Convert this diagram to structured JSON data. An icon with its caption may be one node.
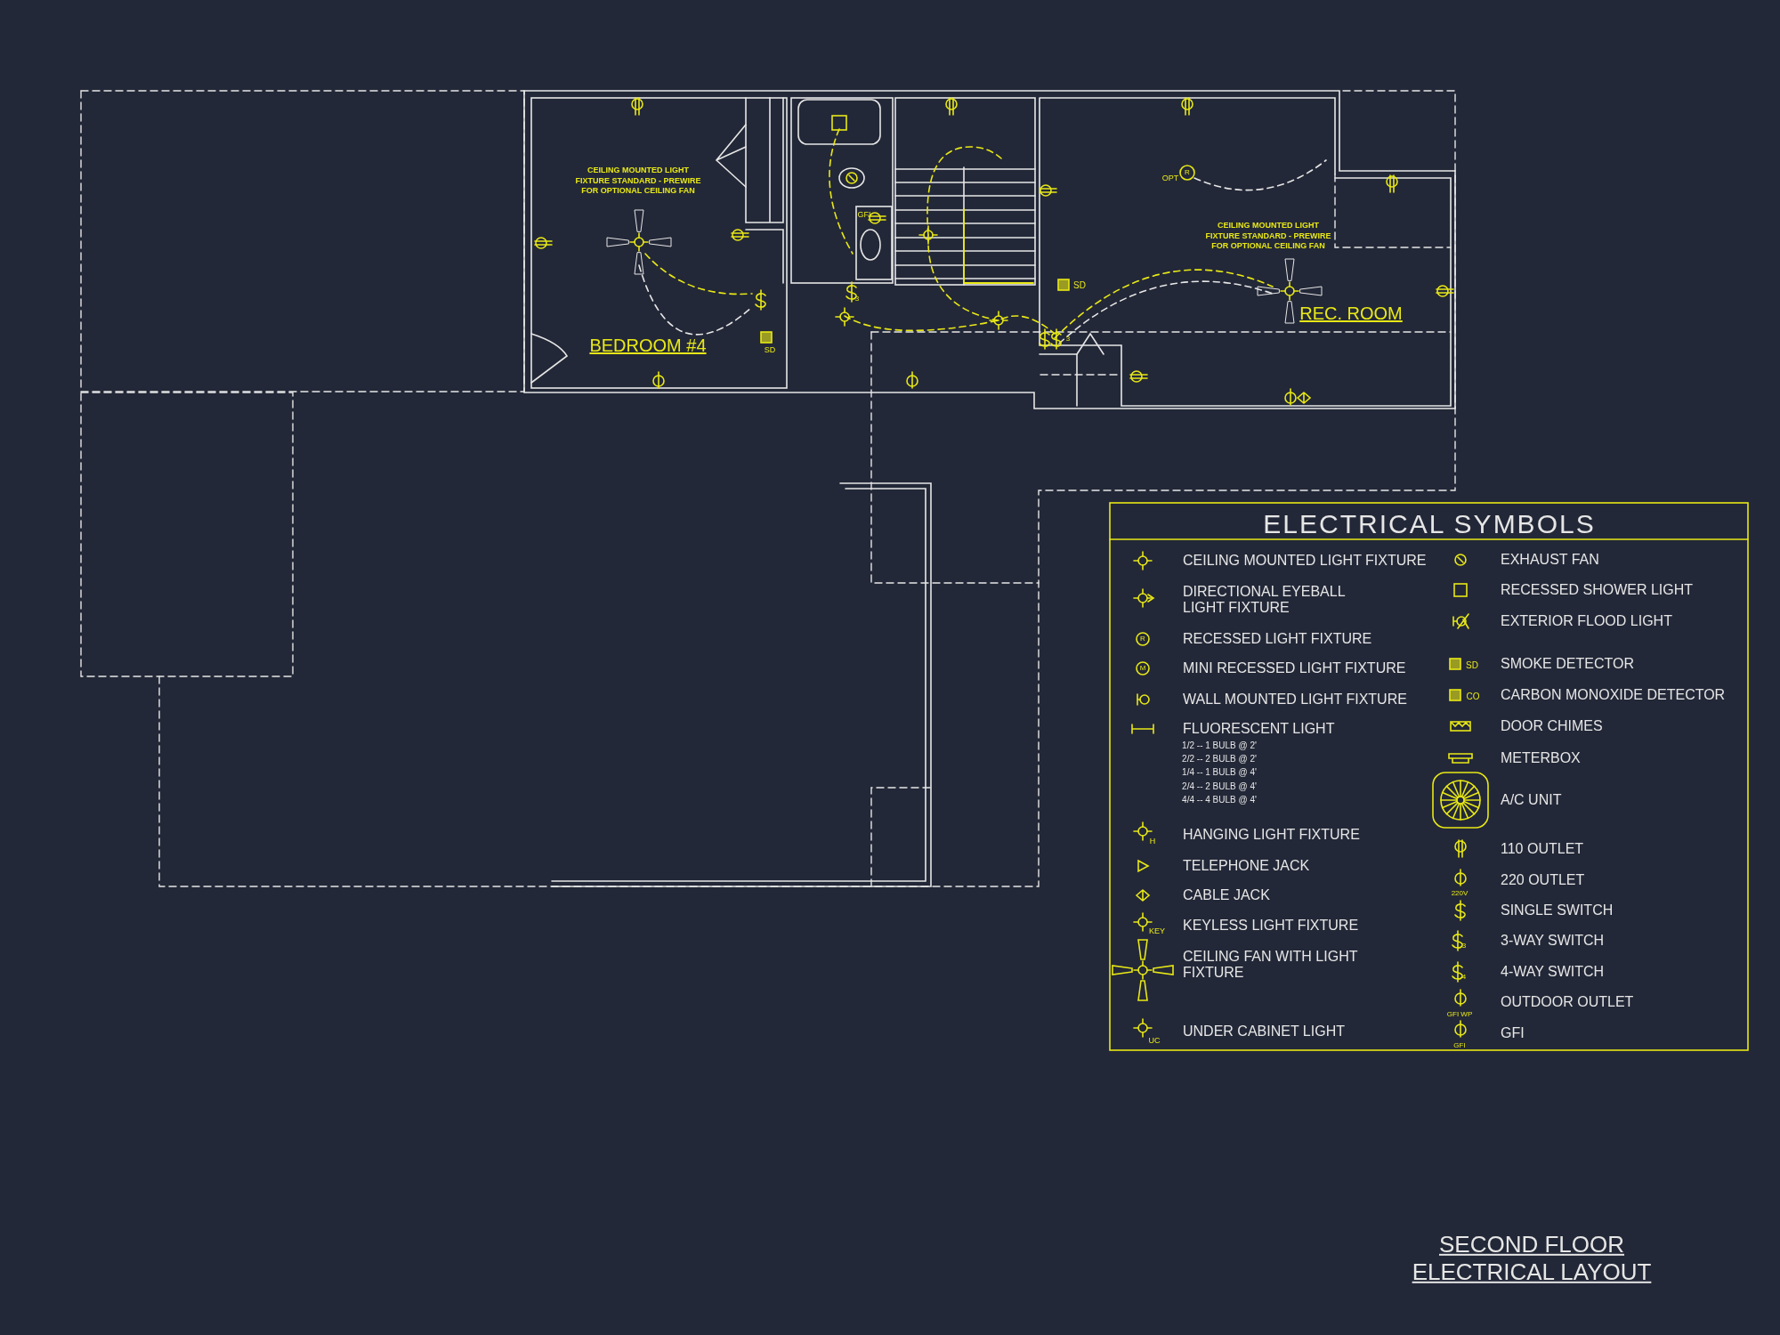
{
  "diagram": {
    "title": "SECOND FLOOR ELECTRICAL LAYOUT",
    "labels": [
      "CEILING MOUNTED LIGHT FIXTURE STANDARD - PREWIRE FOR OPTIONAL CEILING FAN",
      "GFI",
      "OPT",
      "R",
      "CEILING MOUNTED LIGHT FIXTURE STANDARD - PREWIRE FOR OPTIONAL CEILING FAN",
      "SD",
      "3",
      "REC. ROOM",
      "3",
      "BEDROOM #4",
      "SD",
      "ELECTRICAL SYMBOLS",
      "R",
      "M",
      "1/2 -- 1 BULB @ 2'",
      "2/2 -- 2 BULB @ 2'",
      "1/4 -- 1 BULB @ 4'",
      "2/4 -- 2 BULB @ 4'",
      "4/4 -- 4 BULB @ 4'",
      "H",
      "KEY",
      "UC",
      "SD",
      "CO",
      "220V",
      "3",
      "4",
      "GFI WP",
      "GFI"
    ],
    "legend": [
      {
        "text": "CEILING MOUNTED LIGHT FIXTURE"
      },
      {
        "text": "DIRECTIONAL EYEBALL LIGHT FIXTURE"
      },
      {
        "text": "RECESSED LIGHT FIXTURE"
      },
      {
        "text": "MINI RECESSED LIGHT FIXTURE"
      },
      {
        "text": "WALL MOUNTED LIGHT FIXTURE"
      },
      {
        "text": "FLUORESCENT LIGHT"
      },
      {
        "text": "HANGING LIGHT FIXTURE"
      },
      {
        "text": "TELEPHONE JACK"
      },
      {
        "text": "CABLE JACK"
      },
      {
        "text": "KEYLESS LIGHT FIXTURE"
      },
      {
        "text": "CEILING FAN WITH LIGHT FIXTURE"
      },
      {
        "text": "UNDER CABINET LIGHT"
      },
      {
        "text": "EXHAUST FAN"
      },
      {
        "text": "RECESSED SHOWER LIGHT"
      },
      {
        "text": "EXTERIOR FLOOD LIGHT"
      },
      {
        "text": "SMOKE DETECTOR"
      },
      {
        "text": "CARBON MONOXIDE DETECTOR"
      },
      {
        "text": "DOOR CHIMES"
      },
      {
        "text": "METERBOX"
      },
      {
        "text": "A/C UNIT"
      },
      {
        "text": "110 OUTLET"
      },
      {
        "text": "220 OUTLET"
      },
      {
        "text": "SINGLE SWITCH"
      },
      {
        "text": "3-WAY SWITCH"
      },
      {
        "text": "4-WAY SWITCH"
      },
      {
        "text": "OUTDOOR OUTLET"
      },
      {
        "text": "GFI"
      }
    ]
  }
}
